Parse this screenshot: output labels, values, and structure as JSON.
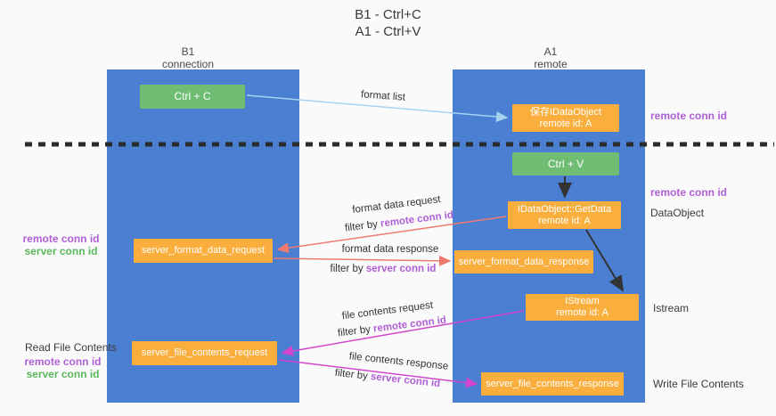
{
  "title": {
    "line1": "B1 - Ctrl+C",
    "line2": "A1 - Ctrl+V"
  },
  "columns": {
    "left": {
      "name": "B1",
      "role": "connection"
    },
    "right": {
      "name": "A1",
      "role": "remote"
    }
  },
  "boxes": {
    "ctrl_c": {
      "label": "Ctrl + C"
    },
    "ctrl_v": {
      "label": "Ctrl + V"
    },
    "save_idataobject": {
      "line1": "保存IDataObject",
      "line2": "remote id: A"
    },
    "idataobject_getdata": {
      "line1": "IDataObject::GetData",
      "line2": "remote id: A"
    },
    "istream": {
      "line1": "IStream",
      "line2": "remote id: A"
    },
    "server_format_data_request": {
      "label": "server_format_data_request"
    },
    "server_format_data_response": {
      "label": "server_format_data_response"
    },
    "server_file_contents_request": {
      "label": "server_file_contents_request"
    },
    "server_file_contents_response": {
      "label": "server_file_contents_response"
    }
  },
  "side_labels": {
    "remote_conn_id_top": "remote conn id",
    "remote_conn_id_mid": "remote conn id",
    "dataobject": "DataObject",
    "istream": "Istream",
    "write_file_contents": "Write File Contents",
    "read_file_contents": "Read File Contents",
    "left_group1": {
      "remote": "remote conn id",
      "server": "server conn id"
    },
    "left_group2": {
      "remote": "remote conn id",
      "server": "server conn id"
    }
  },
  "arrow_labels": {
    "format_list": "format list",
    "format_data_request": {
      "text": "format data request",
      "filter_prefix": "filter by ",
      "filter_key": "remote conn id"
    },
    "format_data_response": {
      "text": "format data response",
      "filter_prefix": "filter by ",
      "filter_key": "server conn id"
    },
    "file_contents_request": {
      "text": "file contents request",
      "filter_prefix": "filter by ",
      "filter_key": "remote conn id"
    },
    "file_contents_response": {
      "text": "file contents response",
      "filter_prefix": "filter by ",
      "filter_key": "server conn id"
    }
  },
  "colors": {
    "column_blue": "#4a7fd2",
    "box_orange": "#f9ae3d",
    "box_green": "#6ebd72",
    "arrow_light_blue": "#a5d3f0",
    "arrow_salmon": "#ee7a70",
    "arrow_magenta": "#d245cc",
    "arrow_black": "#333333",
    "text_purple": "#b05fd6",
    "text_green": "#5cb85c"
  }
}
